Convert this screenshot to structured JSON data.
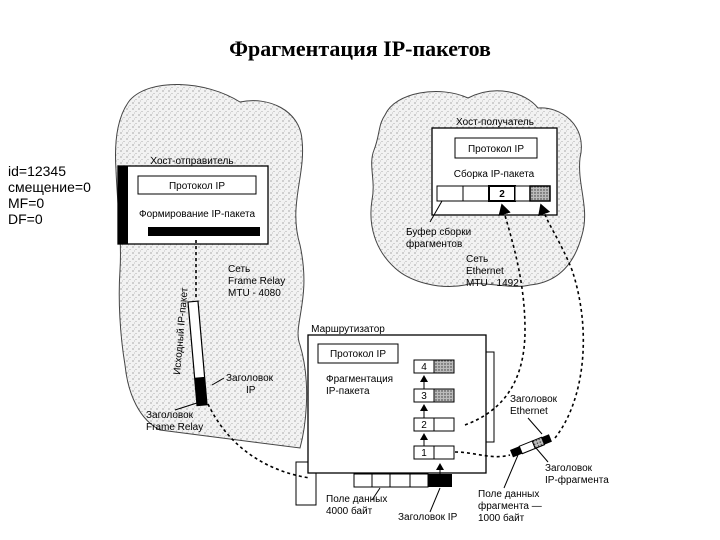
{
  "title": "Фрагментация IP-пакетов",
  "packet_fields": [
    "id=12345",
    "смещение=0",
    "MF=0",
    "DF=0"
  ],
  "sender": {
    "host_label": "Хост-отправитель",
    "protocol": "Протокол IP",
    "task": "Формирование IP-пакета"
  },
  "receiver": {
    "host_label": "Хост-получатель",
    "protocol": "Протокол IP",
    "task": "Сборка IP-пакета",
    "buffer_slot": "2",
    "buffer_label": [
      "Буфер сборки",
      "фрагментов"
    ]
  },
  "router": {
    "label": "Маршрутизатор",
    "protocol": "Протокол IP",
    "task": [
      "Фрагментация",
      "IP-пакета"
    ],
    "fragment_numbers": [
      "4",
      "3",
      "2",
      "1"
    ]
  },
  "frame_relay": [
    "Сеть",
    "Frame Relay",
    "MTU - 4080"
  ],
  "ethernet": [
    "Сеть",
    "Ethernet",
    "MTU - 1492"
  ],
  "original_packet": "Исходный IP-пакет",
  "ip_header_sender": [
    "Заголовок",
    "IP"
  ],
  "frame_relay_header": [
    "Заголовок",
    "Frame Relay"
  ],
  "ethernet_header": [
    "Заголовок",
    "Ethernet"
  ],
  "fragment_header": [
    "Заголовок",
    "IP-фрагмента"
  ],
  "fragment_payload": [
    "Поле данных",
    "фрагмента —",
    "1000 байт"
  ],
  "data_field": [
    "Поле данных",
    "4000 байт"
  ],
  "ip_header_router": "Заголовок IP"
}
